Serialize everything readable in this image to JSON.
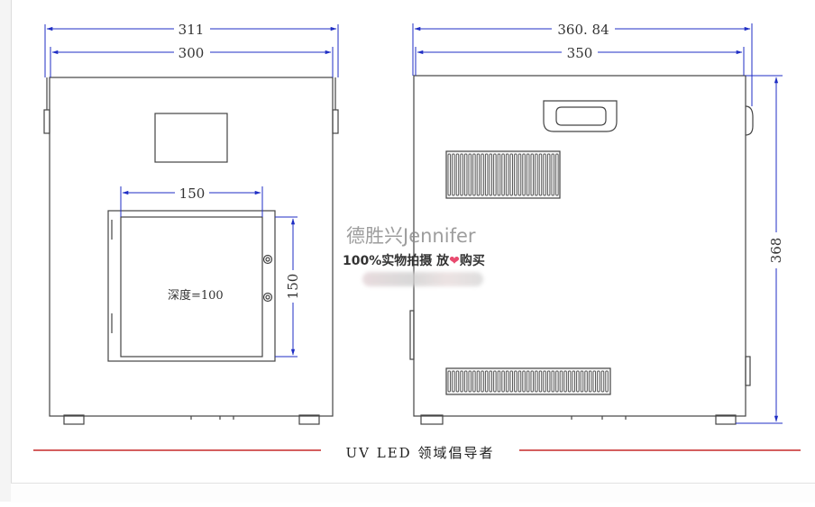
{
  "front_view": {
    "outer_width": "311",
    "inner_width": "300",
    "opening_width": "150",
    "opening_height": "150",
    "depth_label": "深度=100"
  },
  "side_view": {
    "outer_width": "360. 84",
    "inner_width": "350",
    "height": "368"
  },
  "watermark": {
    "brand": "德胜兴Jennifer",
    "slogan_before": "100%实物拍摄 放",
    "heart": "❤",
    "slogan_after": "购买"
  },
  "footer": {
    "caption": "UV LED 领域倡导者"
  },
  "colors": {
    "dimension_line": "#1f2ec4",
    "drawing_line": "#444444",
    "divider": "#c62828"
  },
  "icons": [
    "heart-icon"
  ]
}
